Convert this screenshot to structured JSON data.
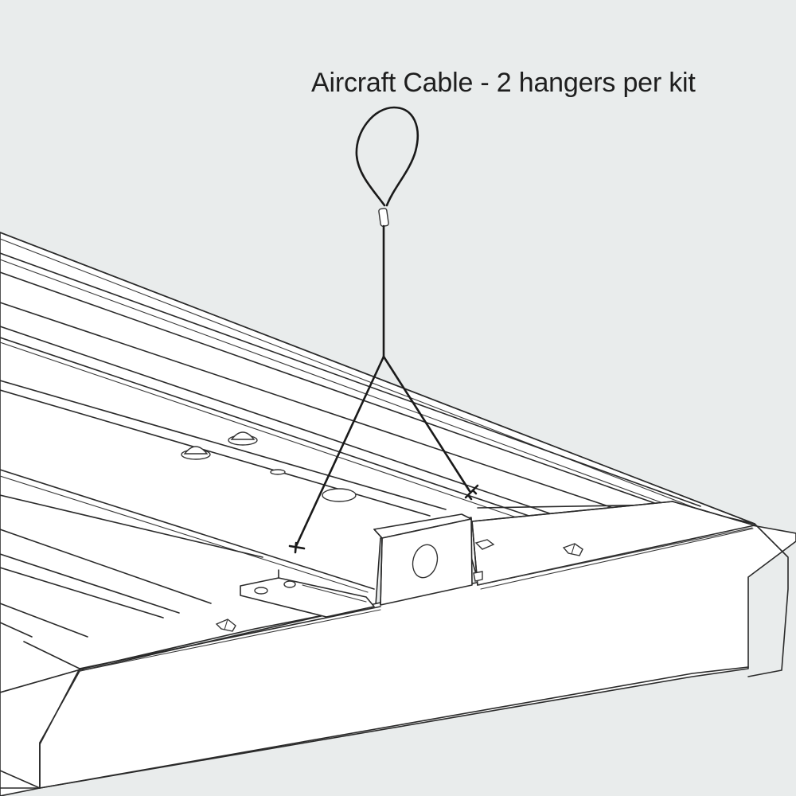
{
  "figure": {
    "caption": "Aircraft Cable - 2 hangers per kit",
    "subject": "LED linear high-bay fixture with aircraft cable Y-hanger",
    "colors": {
      "background": "#e9ecec",
      "linework": "#2a2a2a",
      "fixture_fill": "#ffffff",
      "text": "#1e1e1e"
    },
    "components": [
      {
        "id": "cable-loop",
        "label": "cable loop"
      },
      {
        "id": "ferrule",
        "label": "crimp ferrule"
      },
      {
        "id": "cable-y-split",
        "label": "Y-split cable legs"
      },
      {
        "id": "hook-left",
        "label": "left cable hook"
      },
      {
        "id": "hook-right",
        "label": "right cable hook"
      },
      {
        "id": "fixture-body",
        "label": "fixture housing"
      },
      {
        "id": "driver-box",
        "label": "center driver box with knockout"
      },
      {
        "id": "end-cap",
        "label": "fixture end panel"
      }
    ]
  }
}
